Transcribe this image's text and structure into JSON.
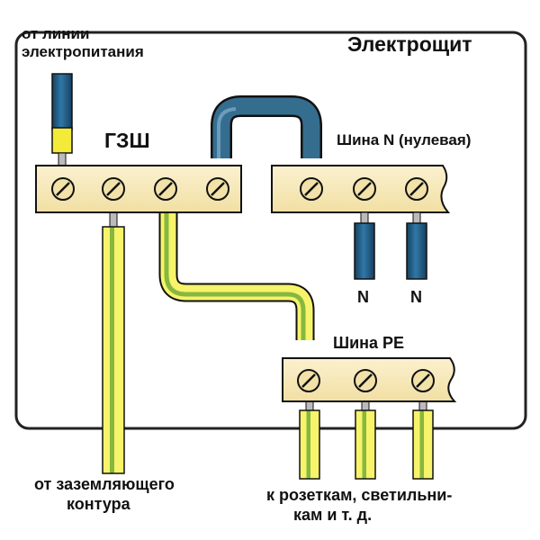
{
  "labels": {
    "panel_title": "Электрощит",
    "power_line_1": "от линии",
    "power_line_2": "электропитания",
    "gzsh": "ГЗШ",
    "neutral_bus": "Шина N (нулевая)",
    "n_left": "N",
    "n_right": "N",
    "pe_bus": "Шина PE",
    "ground_1": "от заземляющего",
    "ground_2": "контура",
    "outlets_1": "к розеткам, светильни-",
    "outlets_2": "кам и т. д."
  },
  "colors": {
    "panel_border": "#222222",
    "busbar_fill": "#f9ecc0",
    "screw_fill": "#f2e2a8",
    "wire_blue": "#1f5a86",
    "wire_yellow": "#f6f15a",
    "wire_green": "#7fb23a",
    "jumper_blue": "#3c6f8f"
  },
  "icons": {
    "screw": "screw-icon"
  }
}
